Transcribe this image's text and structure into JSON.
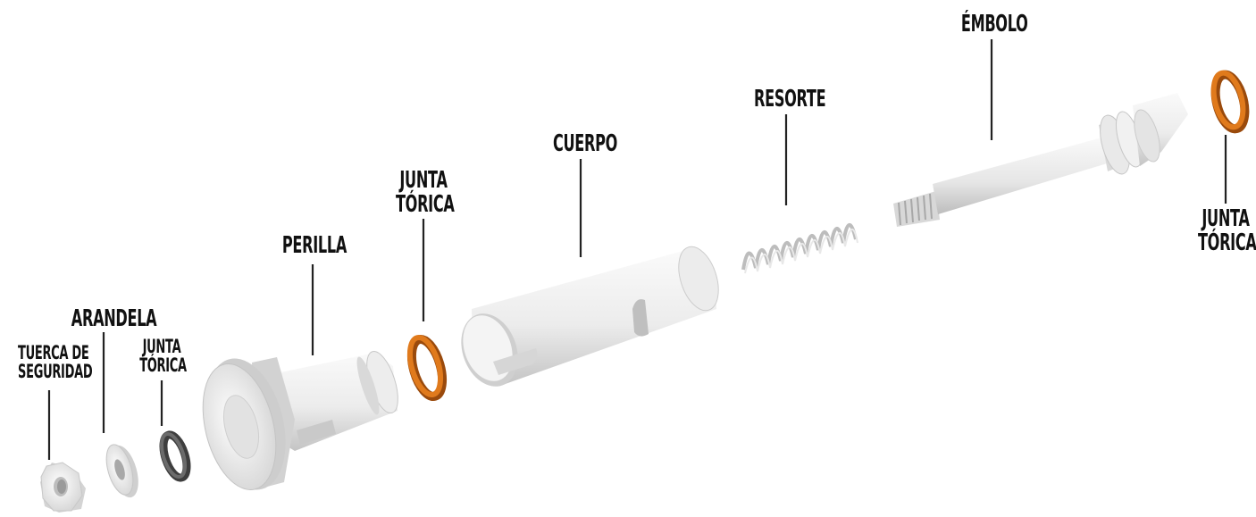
{
  "labels": {
    "tuerca": [
      "TUERCA DE",
      "SEGURIDAD"
    ],
    "arandela": "ARANDELA",
    "junta_small": [
      "JUNTA",
      "TÓRICA"
    ],
    "perilla": "PERILLA",
    "junta_mid": [
      "JUNTA",
      "TÓRICA"
    ],
    "cuerpo": "CUERPO",
    "resorte": "RESORTE",
    "embolo": "ÉMBOLO",
    "junta_right": [
      "JUNTA",
      "TÓRICA"
    ]
  },
  "colors": {
    "oring": "#e07a1c",
    "oring_dark": "#9a4a0c",
    "part_light": "#f2f2f2",
    "part_mid": "#dcdcdc",
    "part_shadow": "#b8b8b8",
    "dark_ring": "#555555",
    "leader": "#222222"
  }
}
